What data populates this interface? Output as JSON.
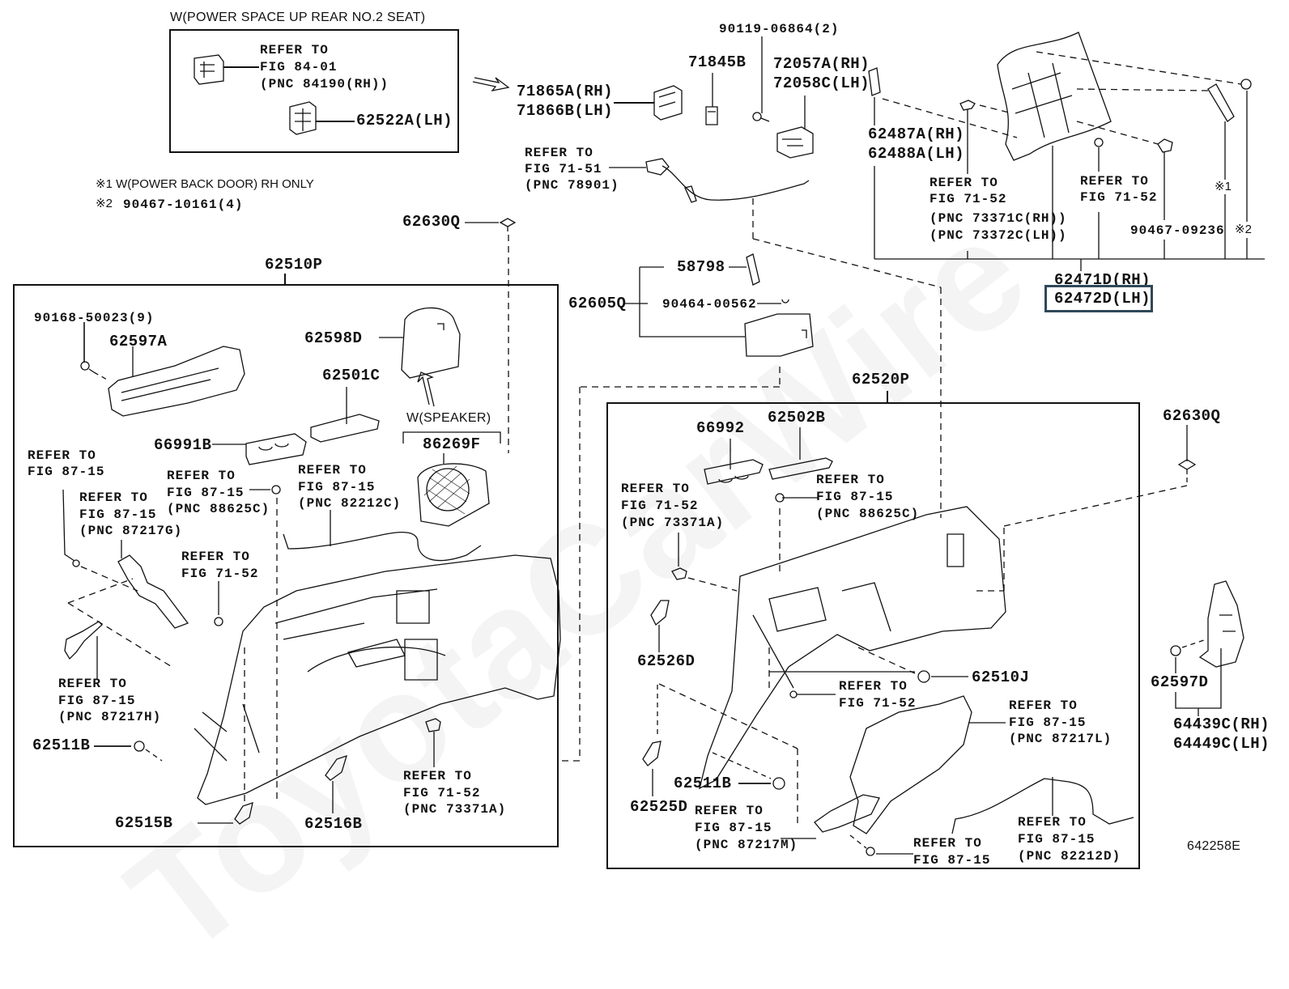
{
  "diagram_id": "642258E",
  "watermark": "ToyotaCarWire",
  "highlight_color": "#2f4858",
  "notes": {
    "note1": "※1 W(POWER BACK DOOR) RH ONLY",
    "note2_prefix": "※2",
    "note2_value": "90467-10161(4)"
  },
  "power_seat_box": {
    "title": "W(POWER SPACE UP REAR NO.2 SEAT)",
    "ref_line1": "REFER TO",
    "ref_line2": "FIG 84-01",
    "ref_line3": "(PNC 84190(RH))",
    "part": "62522A(LH)"
  },
  "top_center": {
    "p71865_rh": "71865A(RH)",
    "p71866_lh": "71866B(LH)",
    "p71845": "71845B",
    "p90119": "90119-06864(2)",
    "p72057_rh": "72057A(RH)",
    "p72058_lh": "72058C(LH)",
    "ref7151_l1": "REFER TO",
    "ref7151_l2": "FIG 71-51",
    "ref7151_l3": "(PNC 78901)",
    "p62630q": "62630Q"
  },
  "top_right": {
    "p62487_rh": "62487A(RH)",
    "p62488_lh": "62488A(LH)",
    "refA_l1": "REFER TO",
    "refA_l2": "FIG 71-52",
    "refA_l3": "(PNC 73371C(RH))",
    "refA_l4": "(PNC 73372C(LH))",
    "refB_l1": "REFER TO",
    "refB_l2": "FIG 71-52",
    "p90467": "90467-09236",
    "mark1": "※1",
    "mark2": "※2",
    "p62471_rh": "62471D(RH)",
    "p62472_lh": "62472D(LH)"
  },
  "center_group": {
    "p62605q": "62605Q",
    "p58798": "58798",
    "p90464": "90464-00562"
  },
  "left_panel": {
    "title": "62510P",
    "p90168": "90168-50023(9)",
    "p62597a": "62597A",
    "p62598d": "62598D",
    "p62501c": "62501C",
    "p66991b": "66991B",
    "speaker_label": "W(SPEAKER)",
    "p86269f": "86269F",
    "r1_l1": "REFER TO",
    "r1_l2": "FIG 87-15",
    "r2_l1": "REFER TO",
    "r2_l2": "FIG 87-15",
    "r2_l3": "(PNC 87217G)",
    "r3_l1": "REFER TO",
    "r3_l2": "FIG 87-15",
    "r3_l3": "(PNC 88625C)",
    "r4_l1": "REFER TO",
    "r4_l2": "FIG 87-15",
    "r4_l3": "(PNC 82212C)",
    "r5_l1": "REFER TO",
    "r5_l2": "FIG 71-52",
    "r6_l1": "REFER TO",
    "r6_l2": "FIG 87-15",
    "r6_l3": "(PNC 87217H)",
    "r7_l1": "REFER TO",
    "r7_l2": "FIG 71-52",
    "r7_l3": "(PNC 73371A)",
    "p62511b": "62511B",
    "p62515b": "62515B",
    "p62516b": "62516B"
  },
  "right_panel": {
    "title": "62520P",
    "p66992": "66992",
    "p62502b": "62502B",
    "r1_l1": "REFER TO",
    "r1_l2": "FIG 71-52",
    "r1_l3": "(PNC 73371A)",
    "r2_l1": "REFER TO",
    "r2_l2": "FIG 87-15",
    "r2_l3": "(PNC 88625C)",
    "p62526d": "62526D",
    "p62510j": "62510J",
    "r3_l1": "REFER TO",
    "r3_l2": "FIG 71-52",
    "r4_l1": "REFER TO",
    "r4_l2": "FIG 87-15",
    "r4_l3": "(PNC 87217L)",
    "p62511b": "62511B",
    "p62525d": "62525D",
    "r5_l1": "REFER TO",
    "r5_l2": "FIG 87-15",
    "r5_l3": "(PNC 87217M)",
    "r6_l1": "REFER TO",
    "r6_l2": "FIG 87-15",
    "r7_l1": "REFER TO",
    "r7_l2": "FIG 87-15",
    "r7_l3": "(PNC 82212D)"
  },
  "far_right": {
    "p62630q": "62630Q",
    "p62597d": "62597D",
    "p64439_rh": "64439C(RH)",
    "p64449_lh": "64449C(LH)"
  }
}
